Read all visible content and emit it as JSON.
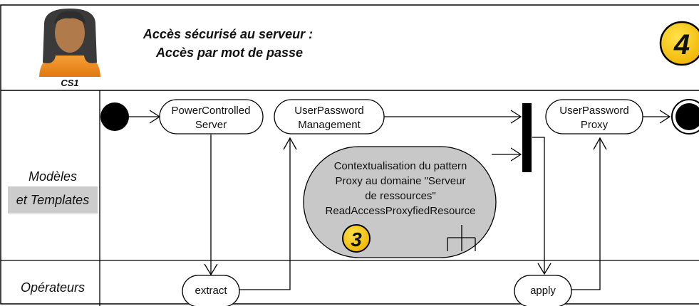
{
  "header": {
    "actor_label": "CS1",
    "title_line1": "Accès sécurisé au serveur :",
    "title_line2": "Accès par mot de passe",
    "step_badge": "4"
  },
  "lanes": {
    "models_line1": "Modèles",
    "models_line2": "et Templates",
    "operators": "Opérateurs"
  },
  "nodes": {
    "power_controlled_line1": "PowerControlled",
    "power_controlled_line2": "Server",
    "user_password_mgmt_line1": "UserPassword",
    "user_password_mgmt_line2": "Management",
    "user_password_proxy_line1": "UserPassword",
    "user_password_proxy_line2": "Proxy",
    "context_line1": "Contextualisation du pattern",
    "context_line2": "Proxy au domaine \"Serveur",
    "context_line3": "de ressources\"",
    "context_line4": "ReadAccessProxyfiedResource",
    "context_badge": "3",
    "extract": "extract",
    "apply": "apply"
  },
  "colors": {
    "badge_fill": "#f5c400",
    "context_fill": "#c8c8c8",
    "lane_label_highlight": "#cccccc",
    "avatar_skin": "#b07a4a",
    "avatar_hair": "#3a3a3a",
    "avatar_shirt": "#f08a1c"
  }
}
